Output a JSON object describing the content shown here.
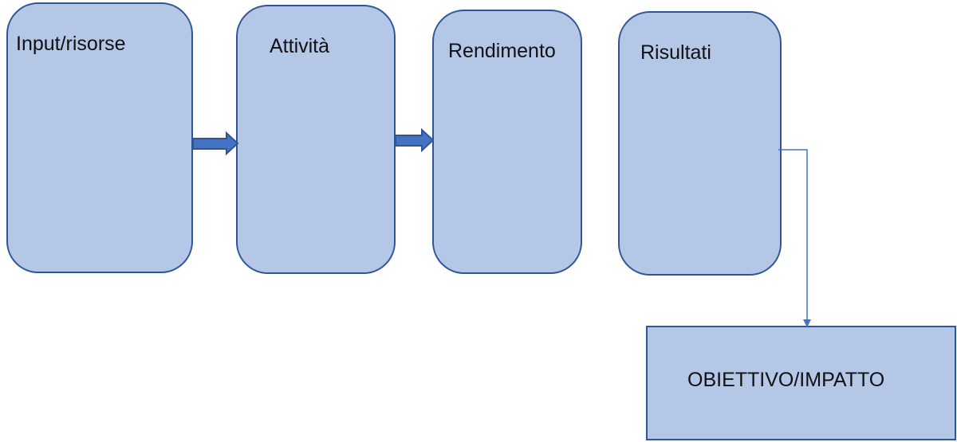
{
  "diagram": {
    "boxes": {
      "input": "Input/risorse",
      "attivita": "Attività",
      "rendimento": "Rendimento",
      "risultati": "Risultati",
      "obiettivo": "OBIETTIVO/IMPATTO"
    },
    "colors": {
      "box_fill": "#b4c7e7",
      "box_border": "#2f5597",
      "arrow": "#4472c4"
    }
  }
}
